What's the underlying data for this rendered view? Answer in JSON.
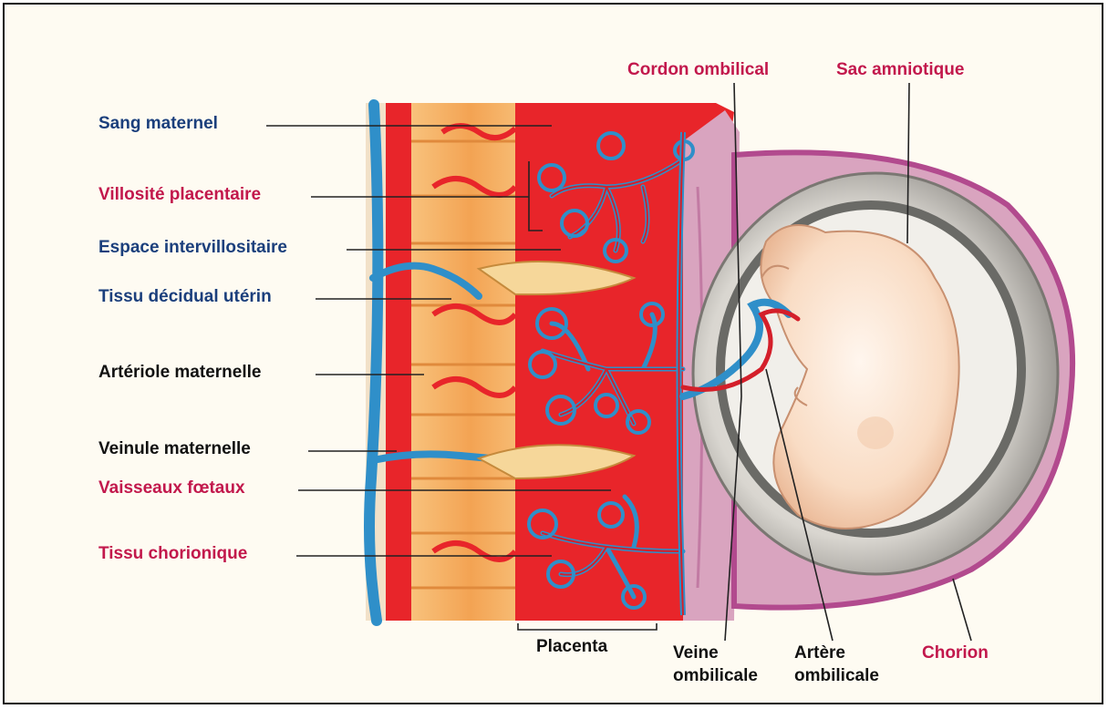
{
  "labels": {
    "sang_maternel": "Sang maternel",
    "villosite_placentaire": "Villosité placentaire",
    "espace_intervillositaire": "Espace intervillositaire",
    "tissu_decidual_uterin": "Tissu décidual utérin",
    "arteriole_maternelle": "Artériole maternelle",
    "veinule_maternelle": "Veinule maternelle",
    "vaisseaux_foetaux": "Vaisseaux fœtaux",
    "tissu_chorionique": "Tissu chorionique",
    "cordon_ombilical": "Cordon ombilical",
    "sac_amniotique": "Sac amniotique",
    "placenta": "Placenta",
    "veine_ombilicale_1": "Veine",
    "veine_ombilicale_2": "ombilicale",
    "artere_ombilicale_1": "Artère",
    "artere_ombilicale_2": "ombilicale",
    "chorion": "Chorion"
  },
  "colors": {
    "background": "#fefbf2",
    "maternal_blood": "#e8252a",
    "decidua": "#f4a45c",
    "fetal_vein_blue": "#2f8fc9",
    "fetal_artery_red": "#d41f2a",
    "chorion_purple": "#b24a8e",
    "amnion_grey": "#8a8a8a",
    "label_blue": "#1b3f7c",
    "label_red": "#c2184c"
  }
}
